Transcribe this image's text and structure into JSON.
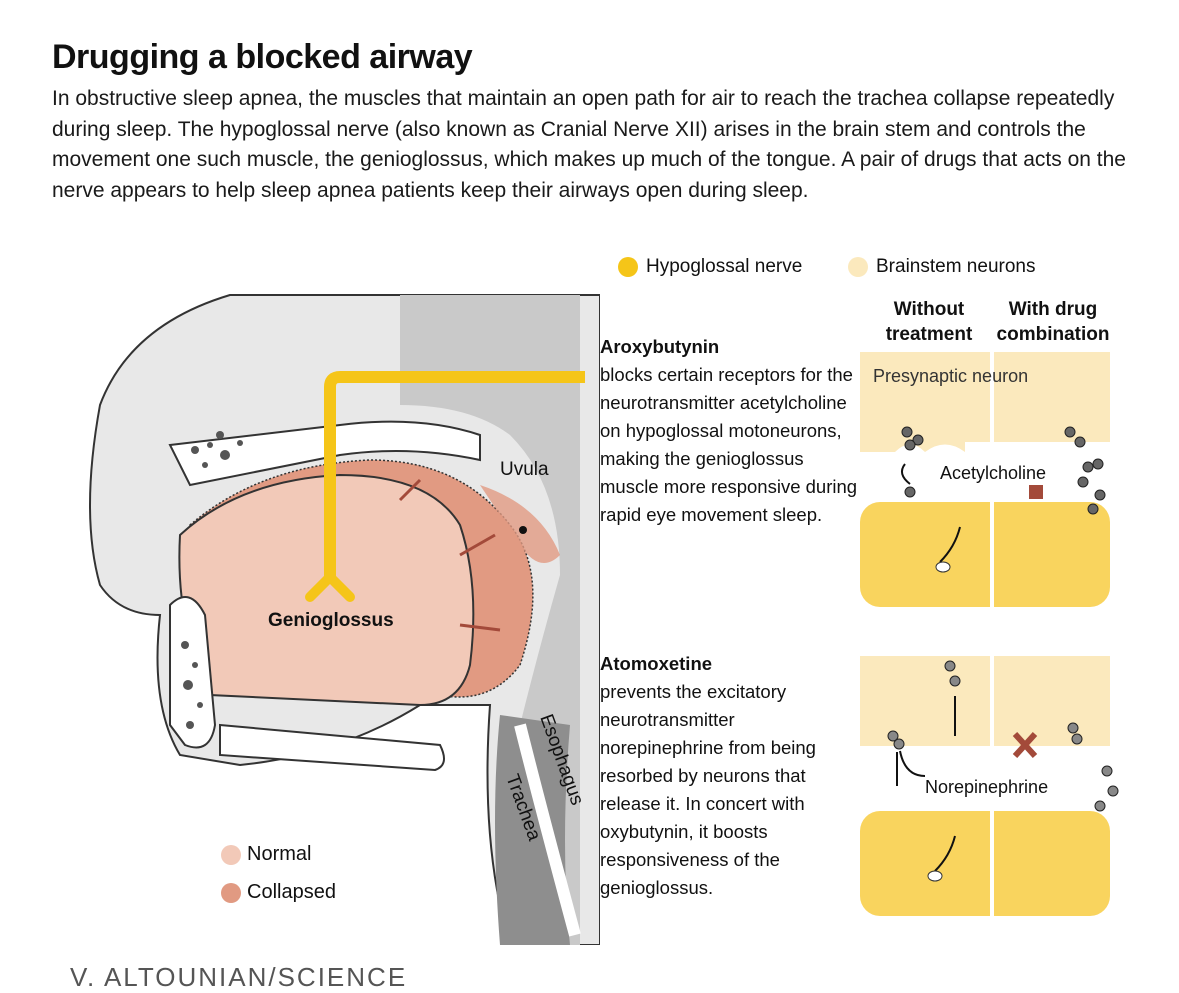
{
  "header": {
    "title": "Drugging a blocked airway",
    "intro": "In obstructive sleep apnea, the muscles that maintain an open path for air to reach the trachea collapse repeatedly during sleep. The hypoglossal nerve (also known as Cranial Nerve XII) arises in the brain stem and controls the movement one such muscle, the genioglossus, which makes up much of the tongue. A pair of drugs that acts on the nerve appears to help sleep apnea patients keep their airways open during sleep."
  },
  "legend_top": [
    {
      "label": "Hypoglossal nerve",
      "color": "#f5c518"
    },
    {
      "label": "Brainstem neurons",
      "color": "#fbe9bd"
    }
  ],
  "columns": {
    "left": "Without treatment",
    "right": "With drug combination"
  },
  "anatomy": {
    "uvula": "Uvula",
    "genioglossus": "Genioglossus",
    "esophagus": "Esophagus",
    "trachea": "Trachea"
  },
  "legend_bottom": [
    {
      "label": "Normal",
      "color": "#f2c9b8"
    },
    {
      "label": "Collapsed",
      "color": "#e19a82"
    }
  ],
  "drugs": [
    {
      "name": "Aroxybutynin",
      "description": "blocks certain receptors for the neurotransmitter acetylcholine on hypoglossal motoneurons, making the genioglossus muscle more responsive during rapid eye movement sleep."
    },
    {
      "name": "Atomoxetine",
      "description": "prevents the excitatory neurotransmitter norepinephrine from being resorbed by neurons that release it. In concert with oxybutynin, it boosts responsiveness of the genioglossus."
    }
  ],
  "synapse_labels": {
    "presynaptic": "Presynaptic neuron",
    "acetylcholine": "Acetylcholine",
    "norepinephrine": "Norepinephrine"
  },
  "credit": "V. ALTOUNIAN/SCIENCE",
  "colors": {
    "nerve": "#f5c518",
    "presynaptic": "#fbe9bd",
    "postsynaptic": "#f9d45e",
    "normal": "#f2c9b8",
    "collapsed": "#e19a82",
    "tissue": "#cfcfcf",
    "airway_dark": "#8e8e8e"
  }
}
